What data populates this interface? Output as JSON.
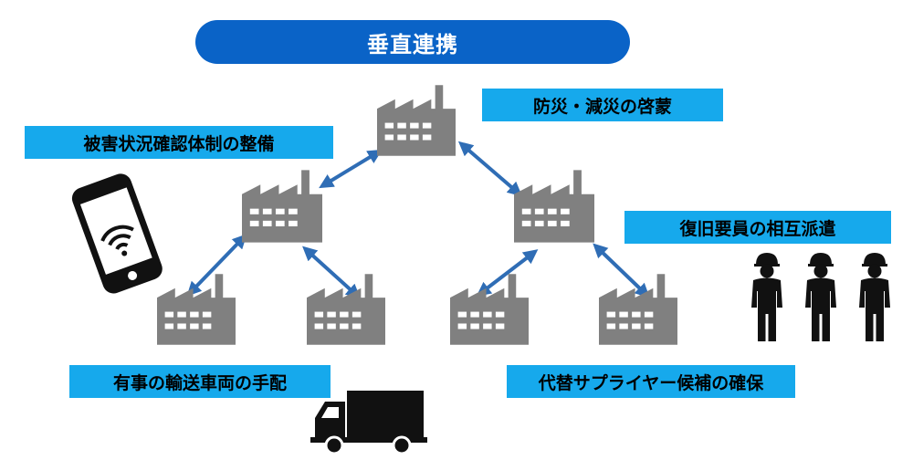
{
  "title": "垂直連携",
  "labels": {
    "top_right": "防災・減災の啓蒙",
    "top_left": "被害状況確認体制の整備",
    "right": "復旧要員の相互派遣",
    "bottom_left": "有事の輸送車両の手配",
    "bottom_right": "代替サプライヤー候補の確保"
  },
  "colors": {
    "title_bg": "#0a63c7",
    "label_bg": "#16a9ec",
    "factory": "#808080",
    "arrow": "#2f6db5",
    "icon_dark": "#111111"
  },
  "icons": [
    "factory-icon",
    "smartphone-wifi-icon",
    "truck-icon",
    "worker-icon"
  ]
}
